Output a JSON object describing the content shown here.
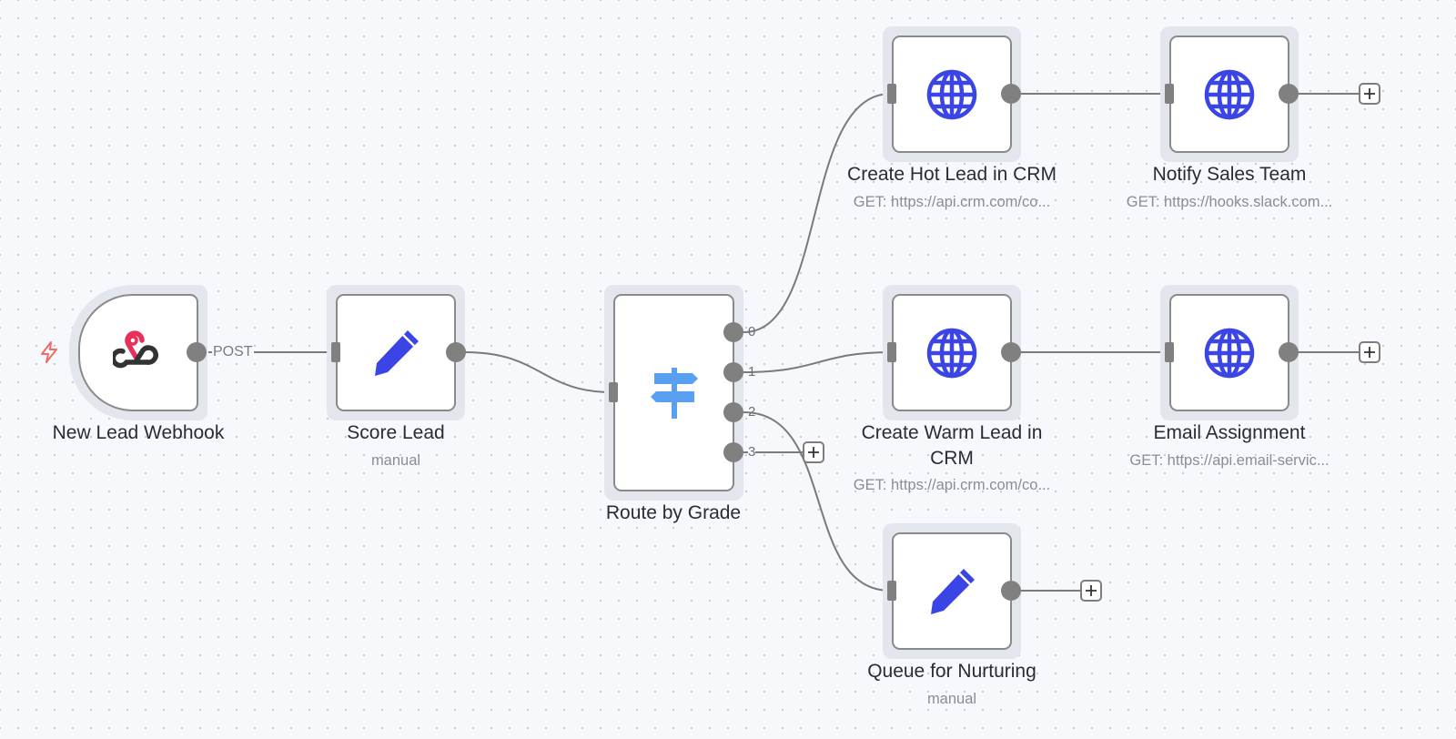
{
  "nodes": {
    "webhook": {
      "label": "New Lead Webhook",
      "icon": "webhook-icon",
      "edge_label": "POST"
    },
    "score": {
      "label": "Score Lead",
      "sublabel": "manual",
      "icon": "pencil-icon"
    },
    "route": {
      "label": "Route by Grade",
      "icon": "signpost-icon",
      "outputs": [
        "0",
        "1",
        "2",
        "3"
      ]
    },
    "hot_crm": {
      "label": "Create Hot Lead in CRM",
      "sublabel": "GET: https://api.crm.com/co...",
      "icon": "globe-icon"
    },
    "notify_sales": {
      "label": "Notify Sales Team",
      "sublabel": "GET: https://hooks.slack.com...",
      "icon": "globe-icon"
    },
    "warm_crm": {
      "label": "Create Warm Lead in CRM",
      "sublabel": "GET: https://api.crm.com/co...",
      "icon": "globe-icon"
    },
    "email_assign": {
      "label": "Email Assignment",
      "sublabel": "GET: https://api.email-servic...",
      "icon": "globe-icon"
    },
    "nurture": {
      "label": "Queue for Nurturing",
      "sublabel": "manual",
      "icon": "pencil-icon"
    }
  },
  "colors": {
    "accent_blue": "#3b45e6",
    "webhook_red": "#e8315a",
    "router_blue": "#5aa0f2",
    "trigger_bolt": "#f06a6a",
    "edge": "#7a7a7a"
  }
}
